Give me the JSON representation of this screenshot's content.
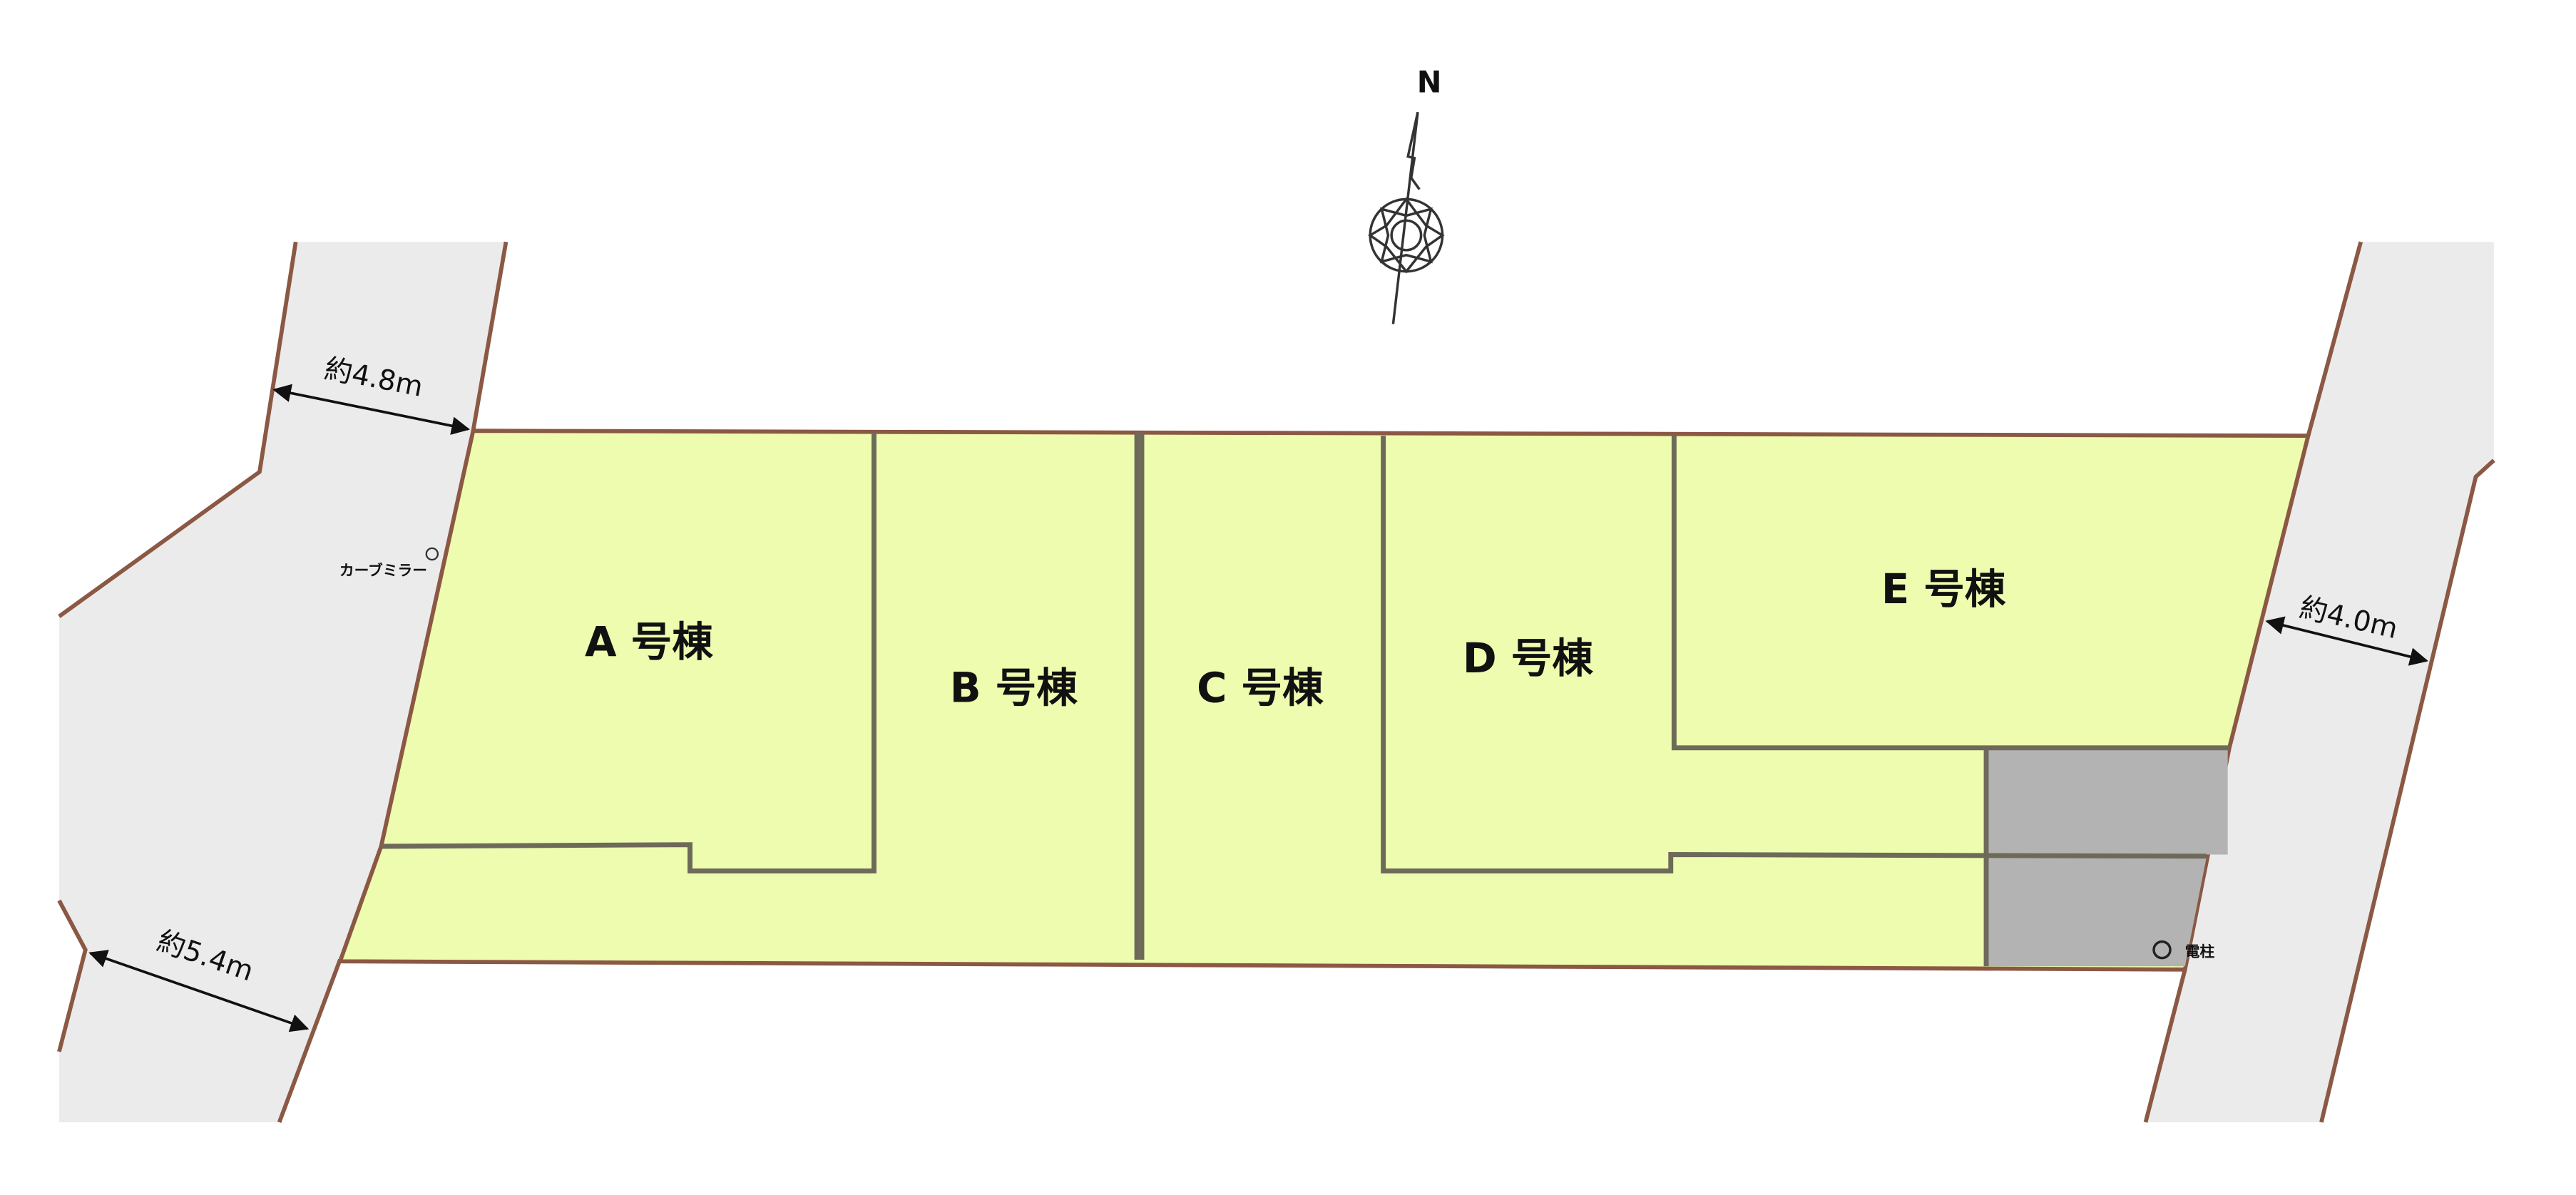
{
  "compass": {
    "north_label": "N"
  },
  "lots": [
    {
      "id": "A",
      "label": "A 号棟"
    },
    {
      "id": "B",
      "label": "B 号棟"
    },
    {
      "id": "C",
      "label": "C 号棟"
    },
    {
      "id": "D",
      "label": "D 号棟"
    },
    {
      "id": "E",
      "label": "E 号棟"
    }
  ],
  "roads": {
    "left_top_width": "約4.8m",
    "left_bottom_width": "約5.4m",
    "right_width": "約4.0m"
  },
  "markers": {
    "curve_mirror": "カーブミラー",
    "utility_pole": "電柱"
  },
  "colors": {
    "lot_fill": "#edfcae",
    "road_fill": "#ebebeb",
    "parking_fill": "#b3b3b3",
    "boundary": "#8b5844"
  }
}
